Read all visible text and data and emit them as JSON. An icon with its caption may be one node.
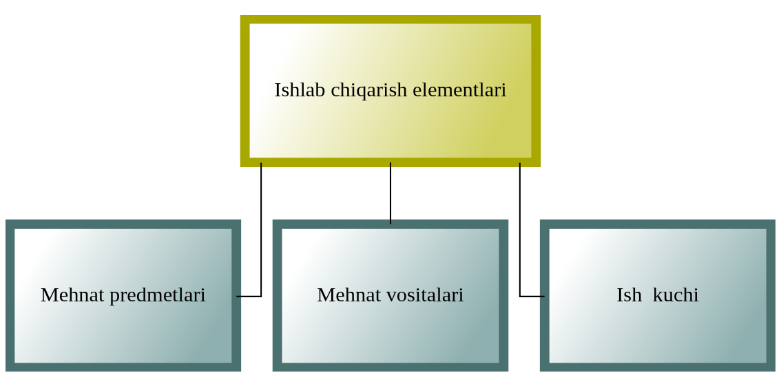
{
  "diagram": {
    "nodes": [
      {
        "text": [
          "Ishlab chiqarish elementlari"
        ]
      },
      {
        "text": [
          "Mehnat predmetlari"
        ]
      },
      {
        "text": [
          "Mehnat vositalari"
        ]
      },
      {
        "text": [
          "Ish  kuchi"
        ]
      }
    ],
    "edges": [
      {
        "from": 0,
        "to": 1,
        "arrow": "none"
      },
      {
        "from": 0,
        "to": 2,
        "arrow": "none"
      },
      {
        "from": 0,
        "to": 3,
        "arrow": "none"
      }
    ]
  }
}
